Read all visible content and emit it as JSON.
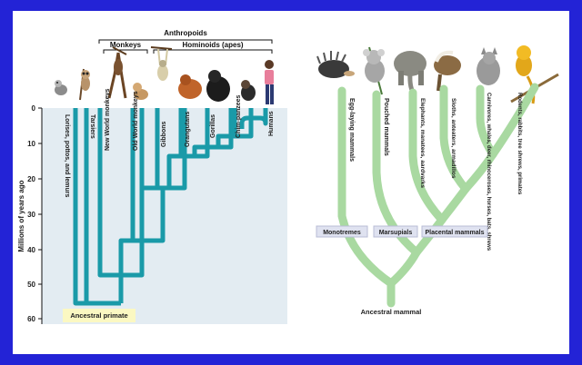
{
  "primate_tree": {
    "group_labels": {
      "anthropoids": "Anthropoids",
      "monkeys": "Monkeys",
      "hominoids": "Hominoids (apes)"
    },
    "axis_label": "Millions of years ago",
    "ticks": [
      "0",
      "10",
      "20",
      "30",
      "40",
      "50",
      "60"
    ],
    "taxa": [
      "Lorises, pottos, and lemurs",
      "Tarsiers",
      "New World monkeys",
      "Old World monkeys",
      "Gibbons",
      "Orangutans",
      "Gorillas",
      "Chim-panzees",
      "Humans"
    ],
    "root_label": "Ancestral primate",
    "branch_color": "#1a9aa8",
    "panel_color": "#e3ecf2",
    "highlight_color": "#fbf8c2"
  },
  "mammal_tree": {
    "taxa": [
      "Egg-laying mammals",
      "Pouched mammals",
      "Elephants, manatees, aardvarks",
      "Sloths, anteaters, armadillos",
      "Carnivores, whales, deer, rhinoceroses, horses, bats, shrews",
      "Rodents, rabbits, tree shrews, primates"
    ],
    "groups": [
      "Monotremes",
      "Marsupials",
      "Placental mammals"
    ],
    "root_label": "Ancestral mammal",
    "branch_color": "#a9d9a1",
    "box_color": "#dfe2f0"
  },
  "border_color": "#2323d6"
}
